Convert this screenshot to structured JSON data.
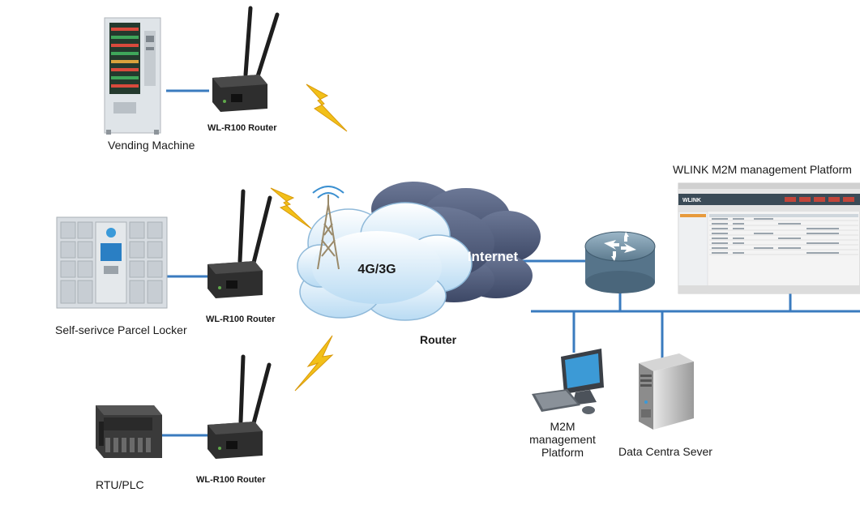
{
  "labels": {
    "vending_machine": "Vending Machine",
    "parcel_locker": "Self-serivce Parcel Locker",
    "rtu_plc": "RTU/PLC",
    "router_top": "WL-R100 Router",
    "router_middle": "WL-R100 Router",
    "router_bottom": "WL-R100 Router",
    "cloud_4g": "4G/3G",
    "cloud_internet": "Internet",
    "core_router": "Router",
    "platform_screen_title": "WLINK M2M management Platform",
    "m2m_platform": [
      "M2M",
      "management",
      "Platform"
    ],
    "data_server": "Data Centra Sever"
  },
  "screen": {
    "brand": "WLINK"
  },
  "colors": {
    "link_line": "#3a7bbf",
    "cloud_light": "#cfe6f7",
    "cloud_dark": "#4d5a78",
    "lightning": "#f2c019",
    "router_body": "#6f8fa3",
    "device_dark": "#2e2e2e"
  }
}
